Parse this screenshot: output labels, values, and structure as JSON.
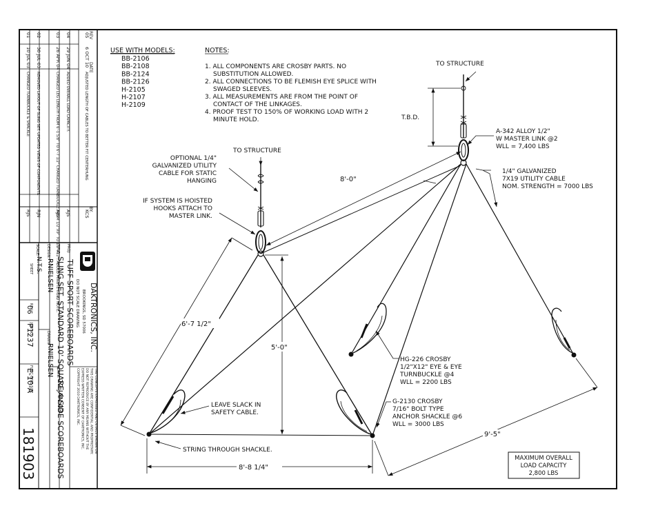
{
  "models": {
    "title": "USE WITH MODELS:",
    "items": [
      "BB-2106",
      "BB-2108",
      "BB-2124",
      "BB-2126",
      "H-2105",
      "H-2107",
      "H-2109"
    ]
  },
  "notes": {
    "title": "NOTES:",
    "lines": [
      "1. ALL COMPONENTS ARE CROSBY PARTS.  NO",
      "SUBSTITUTION ALLOWED.",
      "2. ALL CONNECTIONS TO BE FLEMISH EYE SPLICE WITH",
      "SWAGED SLEEVES.",
      "3. ALL MEASUREMENTS ARE FROM THE POINT OF",
      "CONTACT OF THE LINKAGES.",
      "4. PROOF TEST TO 150% OF WORKING LOAD WITH 2",
      "MINUTE HOLD."
    ]
  },
  "labels": {
    "to_structure_right": "TO STRUCTURE",
    "to_structure_left": "TO STRUCTURE",
    "tbd": "T.B.D.",
    "master_link": [
      "A-342 ALLOY 1/2\"",
      "W MASTER LINK @2",
      "WLL = 7,400 LBS"
    ],
    "cable": [
      "1/4\" GALVANIZED",
      "7X19 UTILITY CABLE",
      "NOM. STRENGTH = 7000 LBS"
    ],
    "optional_cable": [
      "OPTIONAL 1/4\"",
      "GALVANIZED UTILITY",
      "CABLE FOR STATIC",
      "HANGING"
    ],
    "hoisted": [
      "IF SYSTEM IS HOISTED",
      "HOOKS ATTACH TO",
      "MASTER LINK."
    ],
    "turnbuckle": [
      "HG-226 CROSBY",
      "1/2\"X12\" EYE & EYE",
      "TURNBUCKLE @4",
      "WLL = 2200 LBS"
    ],
    "shackle": [
      "G-2130 CROSBY",
      "7/16\" BOLT TYPE",
      "ANCHOR SHACKLE @6",
      "WLL = 3000 LBS"
    ],
    "leave_slack": [
      "LEAVE SLACK IN",
      "SAFETY CABLE."
    ],
    "string_through": "STRING THROUGH SHACKLE.",
    "capacity": [
      "MAXIMUM OVERALL",
      "LOAD CAPACITY",
      "2,800 LBS"
    ]
  },
  "dimensions": {
    "d8_0": "8'-0\"",
    "d6_7_5": "6'-7 1/2\"",
    "d5_0": "5'-0\"",
    "d8_8_25": "8'-8 1/4\"",
    "d9_5": "9'-5\""
  },
  "revisions": {
    "headers": {
      "rev": "REV",
      "date": "DATE",
      "desc": "",
      "by": "BY."
    },
    "rows": [
      {
        "rev": "05",
        "date": "6 OCT 10",
        "desc": "ADJUSTED LENGTH OF CABLES TO BETTER FIT CENTERHUNG",
        "by": "KCS"
      },
      {
        "rev": "04",
        "date": "29 JUN 04",
        "desc": "ADDED OVERALL LOAD CAPACITY.",
        "by": "AJS"
      },
      {
        "rev": "03",
        "date": "26 APR 04",
        "desc": "CHANGED LEG LENGTH FROM 6'-1 5/8\" TO 6'-7 1/2\"  CHANGED TURNBUCKLE FROM 1/2\"X9\" TO 1/2\"X12\". ADDED MINUTE HOLD NOTE.",
        "by": "AJS"
      },
      {
        "rev": "02",
        "date": "30 JUL 03",
        "desc": "REMOVED LAYOUT OF SLING SET. UPDATED VIEWS OF COMPONENTS.",
        "by": "RJN"
      },
      {
        "rev": "01",
        "date": "10 JUL 03",
        "desc": "CHANGED TURNBUCKLE & SHACKLE",
        "by": "RJS"
      }
    ]
  },
  "titleblock": {
    "company": "DAKTRONICS, INC.",
    "city": "BROOKINGS, SD  57006",
    "no_scale": "DO NOT SCALE DRAWING",
    "proj_label": "PROJ:",
    "project": "TUFF SPORT SCOREBOARDS",
    "title_label": "TITLE:",
    "title": "SLING SET, STANDARD 10' SQUARE 4-SIDE SCOREBOARDS",
    "design_label": "DESIGN:",
    "design": "RNIELSEN",
    "drawn_label": "DRAWN:",
    "drawn": "RNIELSEN",
    "date_label": "DATE:",
    "date": "22 JAN 03",
    "scale_label": "SCALE:",
    "scale": "N.T.S.",
    "sheet_label": "SHEET",
    "rev_label": "REV",
    "rev": "06",
    "job_label": "JOB NO.",
    "job": "P1237",
    "func_label": "FUNC-TYPE-SIZE",
    "func": "E-10-A",
    "drawing_no": "181903",
    "confidential": [
      "THE CONCEPTS EXPRESSED AND DETAILS SHOWN ON",
      "THIS DRAWING ARE CONFIDENTIAL AND PROPRIETARY.",
      "DO NOT REPRODUCE BY ANY MEANS WITHOUT THE",
      "EXPRESS WRITTEN CONSENT OF DAKTRONICS, INC.",
      "COPYRIGHT 2010 DAKTRONICS, INC."
    ]
  }
}
